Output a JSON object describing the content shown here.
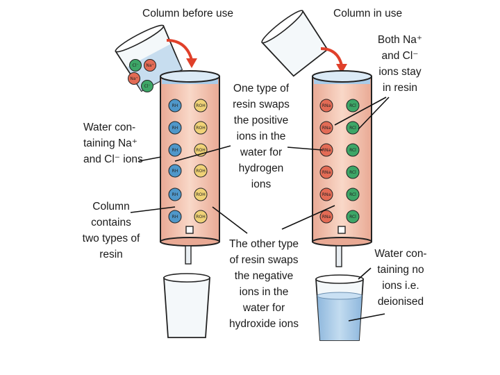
{
  "labels": {
    "title_before": "Column before use",
    "title_in_use": "Column in use",
    "both_ions": [
      "Both Na⁺",
      "and Cl⁻",
      "ions stay",
      "in resin"
    ],
    "water_containing": [
      "Water con-",
      "taining Na⁺",
      "and Cl⁻ ions"
    ],
    "one_type_resin": [
      "One type of",
      "resin swaps",
      "the positive",
      "ions in the",
      "water for",
      "hydrogen",
      "ions"
    ],
    "column_contains": [
      "Column",
      "contains",
      "two types of",
      "resin"
    ],
    "other_type_resin": [
      "The other type",
      "of resin swaps",
      "the negative",
      "ions in the",
      "water for",
      "hydroxide ions"
    ],
    "water_no_ions": [
      "Water con-",
      "taining no",
      "ions i.e.",
      "deionised"
    ]
  },
  "beads": {
    "hydrogen_resin": "RH",
    "hydroxide_resin": "ROH",
    "sodium_resin": "RNa",
    "chloride_resin": "RCl",
    "sodium_ion": "Na⁺",
    "chloride_ion": "Cl⁻"
  },
  "colors": {
    "resin_fill": "#f6c9b4",
    "water_blue": "#a9cbe8",
    "bead_blue": "#4f97c9",
    "bead_yellow": "#f0d277",
    "bead_red": "#e36b55",
    "bead_green": "#3da667",
    "arrow_red": "#e0402a"
  }
}
